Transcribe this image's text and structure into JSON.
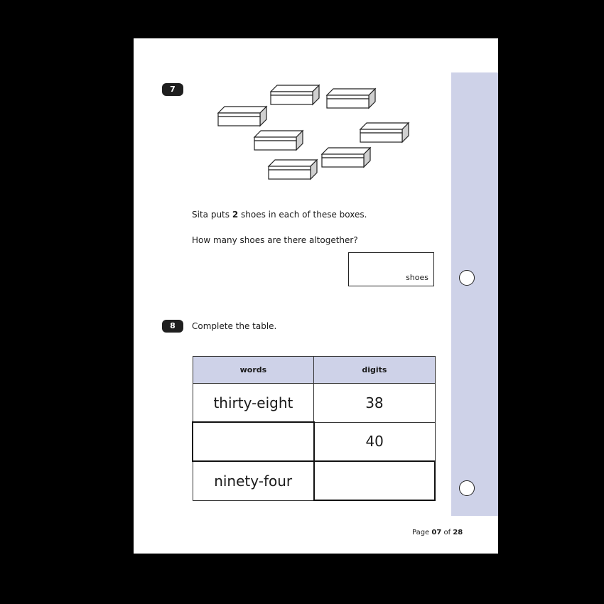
{
  "q7": {
    "number": "7",
    "box_count": 7,
    "statement_pre": "Sita puts ",
    "statement_bold": "2",
    "statement_post": " shoes in each of these boxes.",
    "question": "How many shoes are there altogether?",
    "answer_value": "",
    "answer_unit": "shoes"
  },
  "q8": {
    "number": "8",
    "instruction": "Complete the table.",
    "headers": [
      "words",
      "digits"
    ],
    "rows": [
      {
        "words": "thirty-eight",
        "digits": "38"
      },
      {
        "words": "",
        "digits": "40"
      },
      {
        "words": "ninety-four",
        "digits": ""
      }
    ]
  },
  "footer": {
    "prefix": "Page ",
    "current": "07",
    "of": " of ",
    "total": "28"
  },
  "colors": {
    "margin_strip": "#ced2e8",
    "header_fill": "#ced2e8",
    "question_badge": "#1f1f1f"
  }
}
